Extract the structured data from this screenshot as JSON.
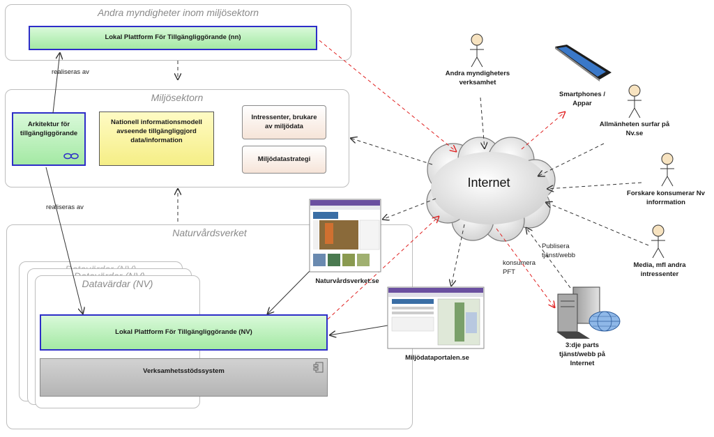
{
  "groups": {
    "andra": "Andra myndigheter inom miljösektorn",
    "miljo": "Miljösektorn",
    "nv": "Naturvårdsverket",
    "datavardar_back1": "Datavärdar (NV)",
    "datavardar_back2": "Datavärdar (NV)",
    "datavardar": "Datavärdar (NV)"
  },
  "elements": {
    "lpt_nn": "Lokal Plattform För Tillgängliggörande (nn)",
    "arkitektur": "Arkitektur för tillgängliggörande",
    "info_model": "Nationell informationsmodell avseende tillgängliggjord data/information",
    "intressenter": "Intressenter, brukare av miljödata",
    "strategi": "Miljödatastrategi",
    "lpt_nv": "Lokal Plattform För Tillgängliggörande (NV)",
    "verksamhet": "Verksamhetsstödssystem"
  },
  "relations": {
    "realiseras1": "realiseras av",
    "realiseras2": "realiseras av",
    "publicera": "Publisera tjänst/webb",
    "konsumera": "konsumera PFT"
  },
  "cloud": "Internet",
  "actors": {
    "andra_myndigheter": "Andra myndigheters verksamhet",
    "allmanheten": "Allmänheten surfar på Nv.se",
    "forskare": "Forskare konsumerar Nv inforrmation",
    "media": "Media, mfl andra intressenter"
  },
  "devices": {
    "smartphones": "Smartphones / Appar",
    "tredje_part": "3:dje parts tjänst/webb på Internet",
    "naturvardsverket_se": "Naturvårdsverket.se",
    "miljodataportalen_se": "Miljödataportalen.se"
  },
  "colors": {
    "group_border": "#bdbdbd",
    "group_title": "#8a8a8a",
    "green_fill": "#b8efb8",
    "blue_border": "#2d2dc8",
    "yellow_fill": "#f8f19e",
    "peach_fill": "#f6e4d8",
    "grey_fill": "#bdbdbd",
    "red_dashed": "#e02020",
    "black_dashed": "#333333"
  }
}
